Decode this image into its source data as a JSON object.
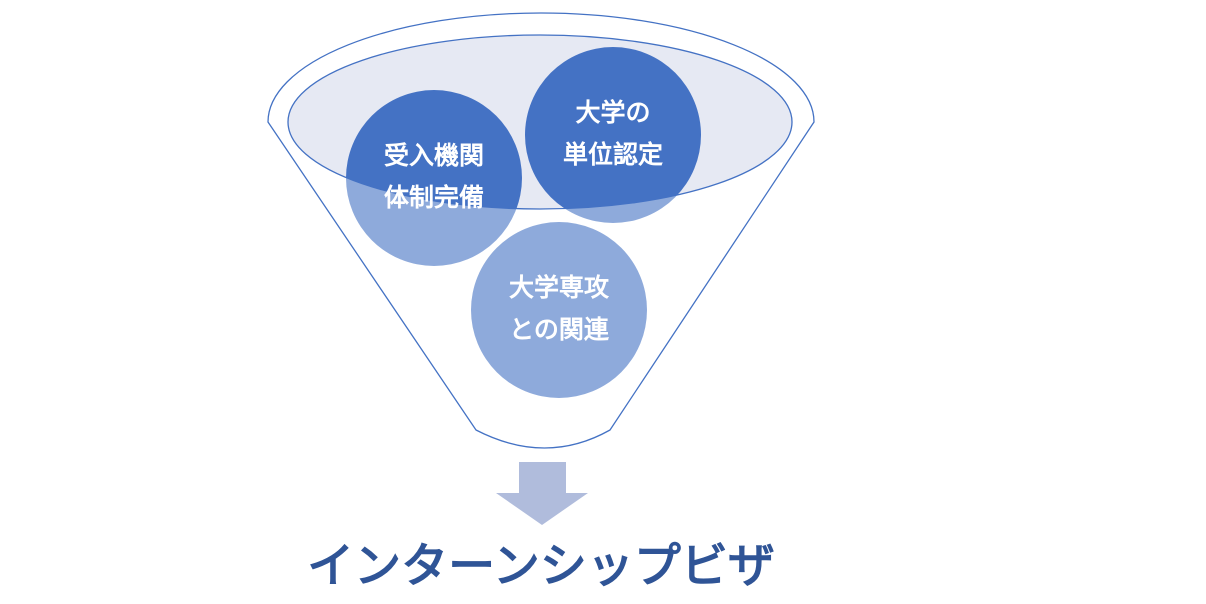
{
  "funnel": {
    "items": [
      {
        "lines": [
          "受入機関",
          "体制完備"
        ]
      },
      {
        "lines": [
          "大学の",
          "単位認定"
        ]
      },
      {
        "lines": [
          "大学専攻",
          "との関連"
        ]
      }
    ],
    "result": "インターンシップビザ"
  },
  "colors": {
    "outline": "#4472c4",
    "rim_fill": "#e6e9f3",
    "circle_dark": "#4472c4",
    "circle_light": "#8eaadb",
    "arrow": "#b0bcdc",
    "result_text": "#2f5496"
  }
}
